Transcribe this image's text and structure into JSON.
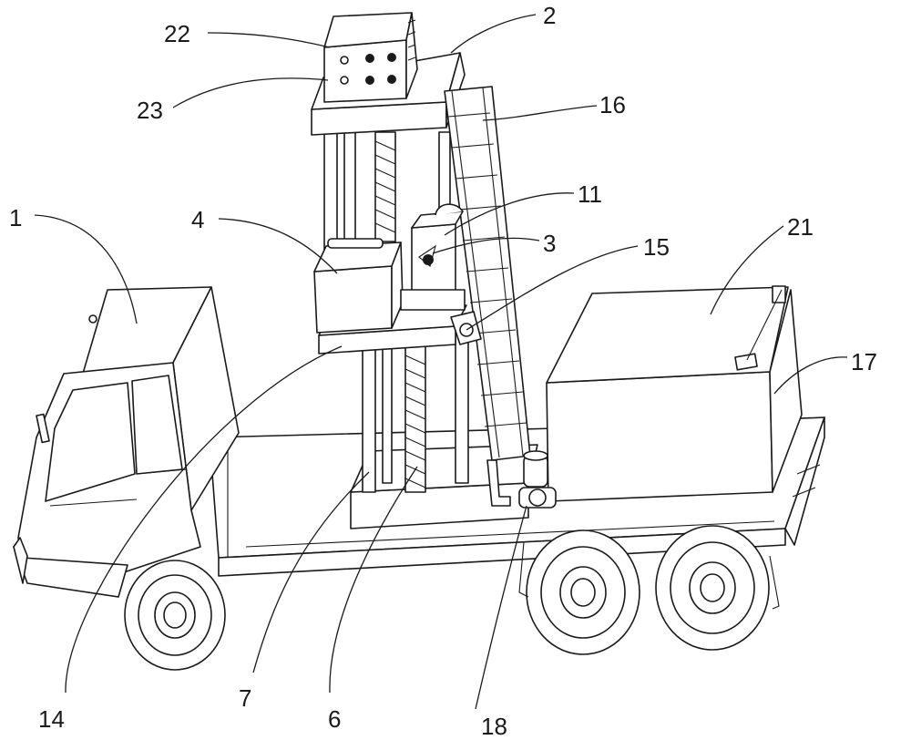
{
  "labels": {
    "l1": "1",
    "l2": "2",
    "l3": "3",
    "l4": "4",
    "l6": "6",
    "l7": "7",
    "l11": "11",
    "l14": "14",
    "l15": "15",
    "l16": "16",
    "l17": "17",
    "l18": "18",
    "l21": "21",
    "l22": "22",
    "l23": "23"
  }
}
